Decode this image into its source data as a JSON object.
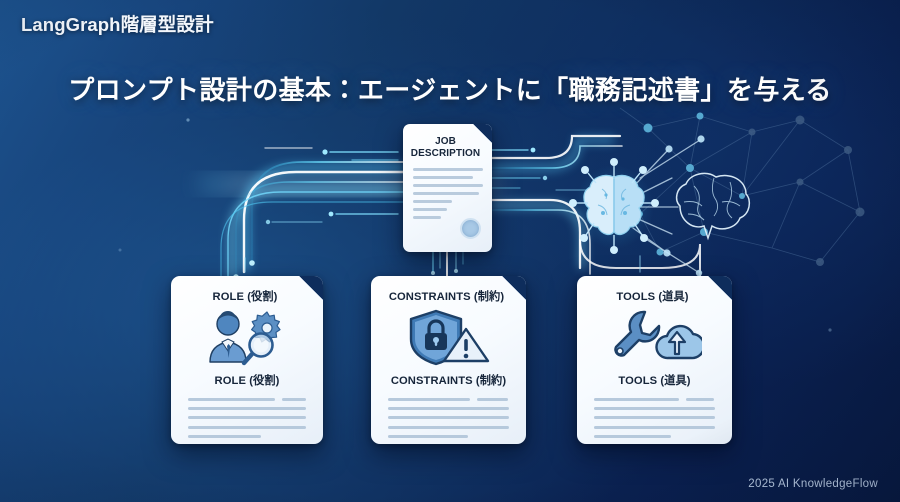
{
  "header": {
    "title": "LangGraph階層型設計"
  },
  "main": {
    "title": "プロンプト設計の基本：エージェントに「職務記述書」を与える"
  },
  "center_card": {
    "title_line1": "JOB",
    "title_line2": "DESCRIPTION",
    "icon": "document-seal-icon"
  },
  "cards": [
    {
      "id": "role",
      "title": "ROLE (役割)",
      "subtitle": "ROLE (役割)",
      "icon": "person-gear-magnifier-icon"
    },
    {
      "id": "constraints",
      "title": "CONSTRAINTS (制約)",
      "subtitle": "CONSTRAINTS (制約)",
      "icon": "shield-lock-warning-icon"
    },
    {
      "id": "tools",
      "title": "TOOLS (道具)",
      "subtitle": "TOOLS (道具)",
      "icon": "wrench-cloud-upload-icon"
    }
  ],
  "decor": {
    "left_traces": "circuit-traces-icon",
    "right_traces": "circuit-traces-icon",
    "neural_left": "brain-network-icon",
    "neural_right": "brain-outline-icon",
    "mesh": "network-mesh-icon"
  },
  "footer": {
    "text": "2025 AI KnowledgeFlow"
  },
  "colors": {
    "bg_light": "#1d5490",
    "bg_dark": "#081a42",
    "accent_cyan": "#3fd0ff",
    "accent_blue": "#5aa6e8",
    "card_bg": "#ffffff",
    "text_dark": "#16253a",
    "text_light": "#ffffff"
  }
}
